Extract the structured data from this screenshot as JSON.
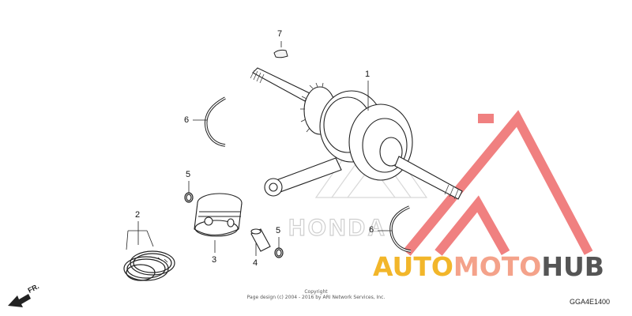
{
  "callouts": {
    "crankshaft": "1",
    "piston_rings": "2",
    "piston": "3",
    "piston_pin": "4",
    "pin_clip_left": "5",
    "pin_clip_right": "5",
    "seal_ring_left": "6",
    "seal_ring_right": "6",
    "key": "7"
  },
  "watermark": {
    "part1": "AUTO",
    "part2": "MOTO",
    "part3": "HUB",
    "colors": {
      "auto": "#f2b62a",
      "moto": "#f4a28a",
      "hub": "#555555",
      "triangle": "#f08080"
    }
  },
  "background_brand": "HONDA",
  "copyright": {
    "line1": "Copyright",
    "line2": "Page design (c) 2004 - 2016 by ARI Network Services, Inc."
  },
  "diagram_code": "GGA4E1400",
  "direction_label": "FR."
}
